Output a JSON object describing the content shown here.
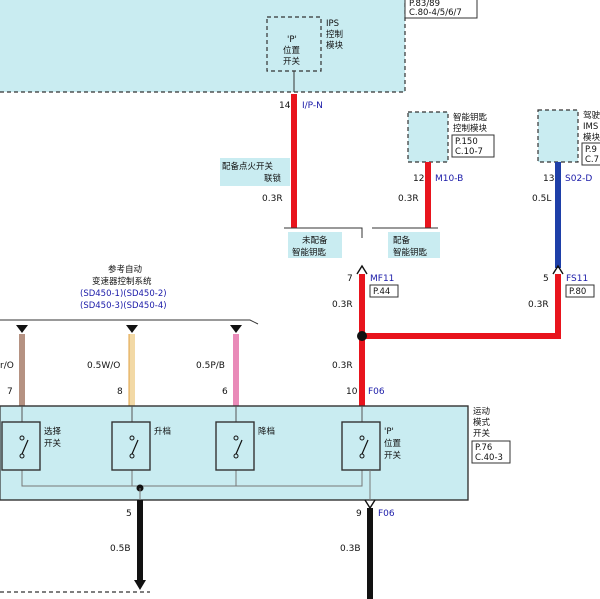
{
  "colors": {
    "panel": "#c9ecf1",
    "panel_border": "#333333",
    "wire_red": "#e8141d",
    "wire_blue": "#1e3fa8",
    "wire_black": "#111111",
    "wire_brown": "#b59282",
    "wire_white_orange": "#f2d9a6",
    "wire_pink": "#e98ab8",
    "connector_text": "#1a1aa8"
  },
  "top_module": {
    "ref_lines": [
      "P.83/89",
      "C.80-4/5/6/7"
    ],
    "ips_label": [
      "IPS",
      "控制",
      "模块"
    ],
    "p_switch": [
      "'P'",
      "位置",
      "开关"
    ]
  },
  "smart_key": {
    "title": [
      "智能钥匙",
      "控制模块"
    ],
    "ref": [
      "P.150",
      "C.10-7"
    ],
    "pin": "12",
    "connector": "M10-B",
    "wire": "0.3R"
  },
  "right_module": {
    "title_partial": [
      "驾驶",
      "IMS",
      "模块"
    ],
    "ref_partial": [
      "P.9",
      "C.7"
    ],
    "pin": "13",
    "connector": "S02-D",
    "wire": "0.5L"
  },
  "ips_wire": {
    "pin": "14",
    "connector": "I/P-N",
    "wire": "0.3R",
    "note": [
      "配备点火开关",
      "联锁"
    ]
  },
  "options": {
    "without_smart_key": [
      "未配备",
      "智能钥匙"
    ],
    "with_smart_key": [
      "配备",
      "智能钥匙"
    ]
  },
  "mf11": {
    "pin": "7",
    "connector": "MF11",
    "ref": "P.44",
    "wire_below": "0.3R"
  },
  "fs11": {
    "pin": "5",
    "connector": "FS11",
    "ref": "P.80",
    "wire_below": "0.3R"
  },
  "f06_top": {
    "pin": "10",
    "connector": "F06",
    "wire": "0.3R"
  },
  "auto_trans": {
    "title": [
      "参考自动",
      "变速器控制系统"
    ],
    "refs": [
      "(SD450-1)(SD450-2)",
      "(SD450-3)(SD450-4)"
    ]
  },
  "left_wires": [
    {
      "wire": "r/O",
      "pin": "7"
    },
    {
      "wire": "0.5W/O",
      "pin": "8"
    },
    {
      "wire": "0.5P/B",
      "pin": "6"
    }
  ],
  "sport_switch": {
    "title": [
      "运动",
      "模式",
      "开关"
    ],
    "ref": [
      "P.76",
      "C.40-3"
    ],
    "switches": [
      {
        "name": [
          "选择",
          "开关"
        ]
      },
      {
        "name": [
          "升档"
        ]
      },
      {
        "name": [
          "降档"
        ]
      },
      {
        "name": [
          "'P'",
          "位置",
          "开关"
        ]
      }
    ]
  },
  "bottom_wires": [
    {
      "pin": "5",
      "wire": "0.5B"
    },
    {
      "pin": "9",
      "connector": "F06",
      "wire": "0.3B"
    }
  ]
}
